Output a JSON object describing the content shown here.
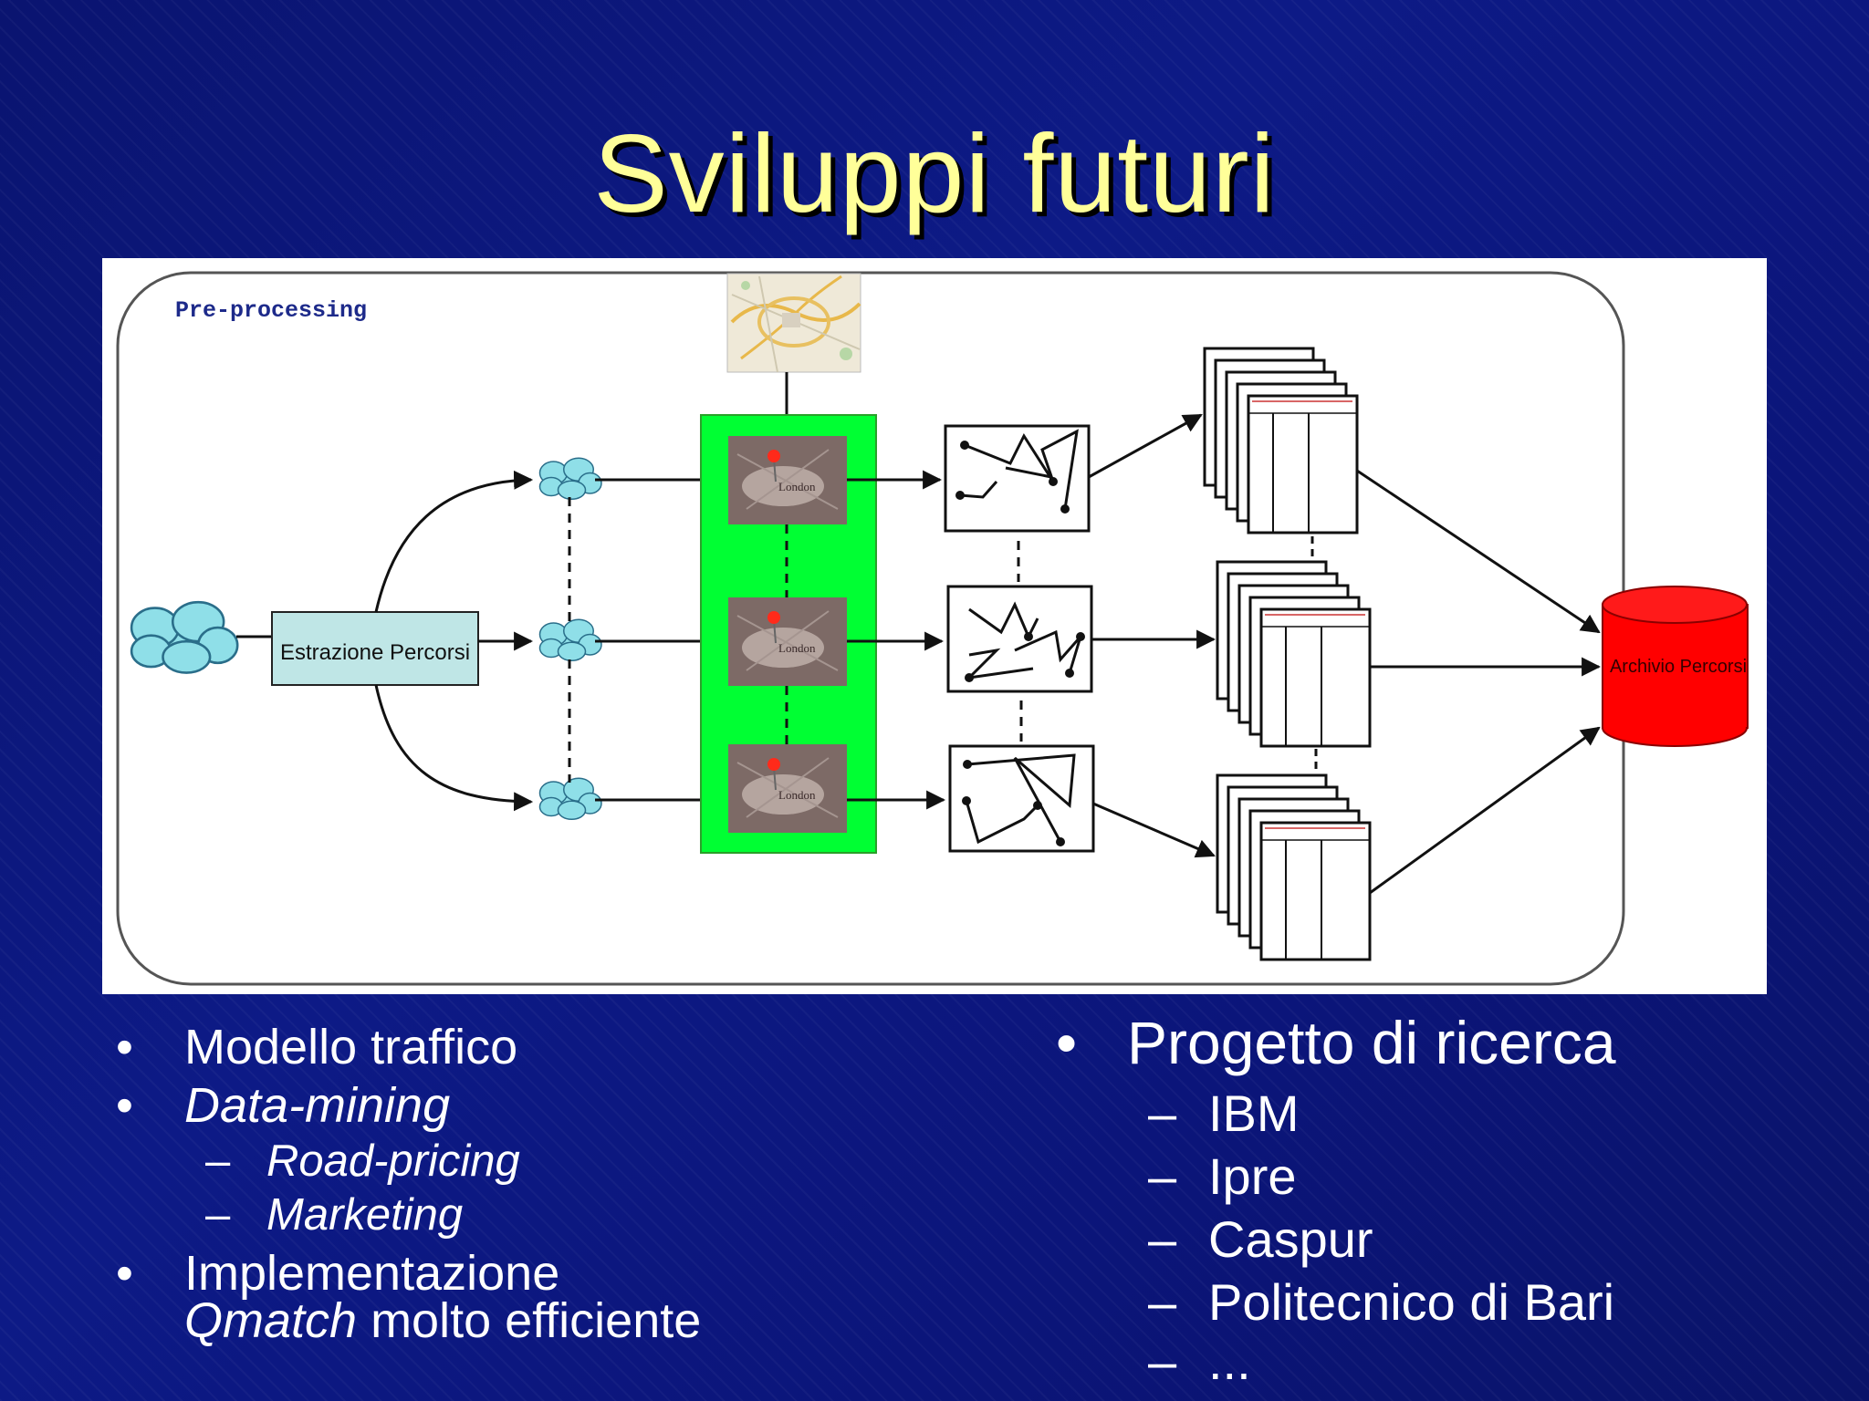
{
  "slide": {
    "title": "Sviluppi futuri",
    "background_color": "#0b1680",
    "title_color": "#ffff99"
  },
  "diagram": {
    "region_label": "Pre-processing",
    "extract_box_label": "Estrazione Percorsi",
    "archive_label": "Archivio Percorsi",
    "archive_color": "#ff0000",
    "highlight_color": "#00ff33",
    "cloud_color": "#8fdfe8",
    "branches": 3,
    "icons": [
      "cloud-icon",
      "map-thumbnail-icon",
      "map-pin-photo-icon",
      "route-graph-icon",
      "table-stack-icon",
      "database-cylinder-icon"
    ]
  },
  "left_list": {
    "items": [
      {
        "bullet": "•",
        "text": "Modello traffico"
      },
      {
        "bullet": "•",
        "text": "Data-mining"
      },
      {
        "bullet": "–",
        "text": "Road-pricing"
      },
      {
        "bullet": "–",
        "text": "Marketing"
      },
      {
        "bullet": "•",
        "text": "Implementazione"
      },
      {
        "italic_part": "Qmatch",
        "rest": " molto efficiente"
      }
    ]
  },
  "right_list": {
    "title_bullet": "•",
    "title": "Progetto di ricerca",
    "dash": "–",
    "items": [
      "IBM",
      "Ipre",
      "Caspur",
      "Politecnico di Bari",
      "..."
    ]
  }
}
